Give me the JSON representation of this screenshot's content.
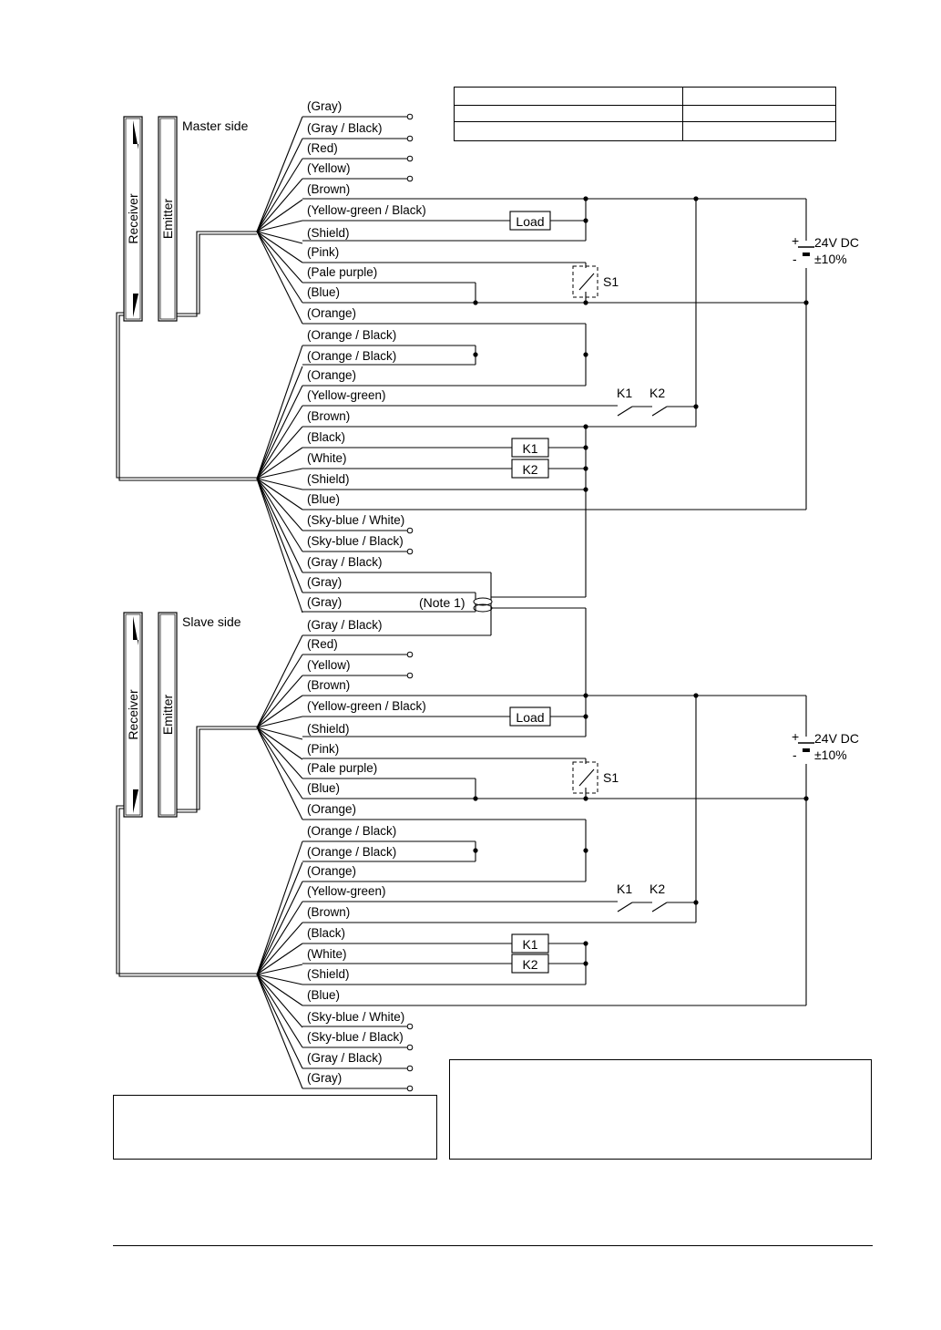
{
  "master": {
    "side_label": "Master side",
    "receiver_label": "Receiver",
    "emitter_label": "Emitter",
    "wires": [
      "(Gray)",
      "(Gray / Black)",
      "(Red)",
      "(Yellow)",
      "(Brown)",
      "(Yellow-green / Black)",
      "(Shield)",
      "(Pink)",
      "(Pale purple)",
      "(Blue)",
      "(Orange)",
      "(Orange / Black)",
      "(Orange / Black)",
      "(Orange)",
      "(Yellow-green)",
      "(Brown)",
      "(Black)",
      "(White)",
      "(Shield)",
      "(Blue)",
      "(Sky-blue / White)",
      "(Sky-blue / Black)",
      "(Gray / Black)",
      "(Gray)",
      "(Gray)"
    ]
  },
  "slave": {
    "side_label": "Slave side",
    "receiver_label": "Receiver",
    "emitter_label": "Emitter",
    "wires": [
      "(Gray / Black)",
      "(Red)",
      "(Yellow)",
      "(Brown)",
      "(Yellow-green / Black)",
      "(Shield)",
      "(Pink)",
      "(Pale purple)",
      "(Blue)",
      "(Orange)",
      "(Orange / Black)",
      "(Orange / Black)",
      "(Orange)",
      "(Yellow-green)",
      "(Brown)",
      "(Black)",
      "(White)",
      "(Shield)",
      "(Blue)",
      "(Sky-blue / White)",
      "(Sky-blue / Black)",
      "(Gray / Black)",
      "(Gray)"
    ]
  },
  "components": {
    "load": "Load",
    "switch": "S1",
    "relay1": "K1",
    "relay2": "K2",
    "power_voltage": "24V DC",
    "power_tolerance": "±10%",
    "plus": "+",
    "minus": "-",
    "note": "(Note 1)"
  }
}
